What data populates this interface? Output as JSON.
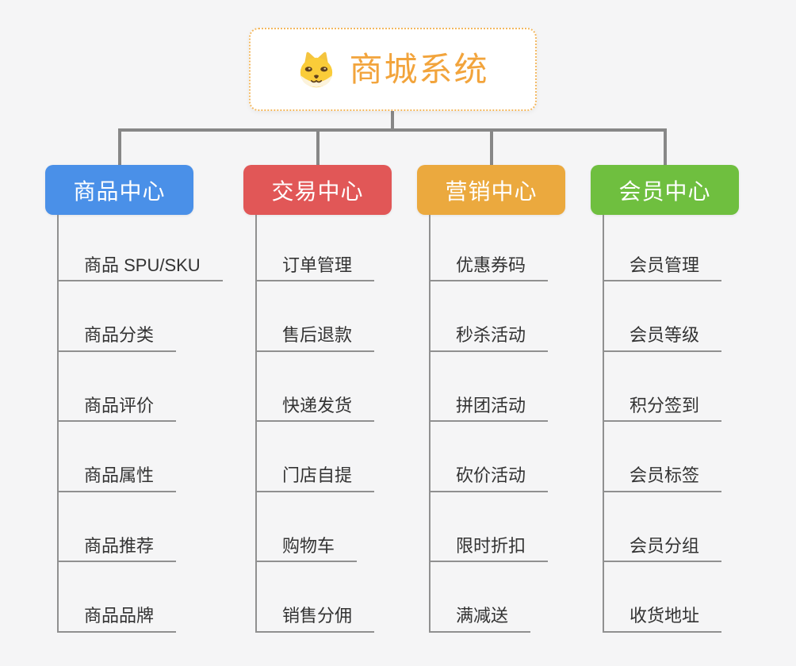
{
  "root": {
    "title": "商城系统",
    "icon": "shiba-dog-icon",
    "title_color": "#f2a43c",
    "border_color": "#f3b860"
  },
  "connector_color": "#878787",
  "leaf_line_color": "#909090",
  "leaf_text_color": "#333333",
  "background_color": "#f5f5f6",
  "branches": [
    {
      "label": "商品中心",
      "color": "#4a90e8",
      "items": [
        "商品 SPU/SKU",
        "商品分类",
        "商品评价",
        "商品属性",
        "商品推荐",
        "商品品牌"
      ]
    },
    {
      "label": "交易中心",
      "color": "#e15757",
      "items": [
        "订单管理",
        "售后退款",
        "快递发货",
        "门店自提",
        "购物车",
        "销售分佣"
      ]
    },
    {
      "label": "营销中心",
      "color": "#eba93e",
      "items": [
        "优惠券码",
        "秒杀活动",
        "拼团活动",
        "砍价活动",
        "限时折扣",
        "满减送"
      ]
    },
    {
      "label": "会员中心",
      "color": "#6fbf3f",
      "items": [
        "会员管理",
        "会员等级",
        "积分签到",
        "会员标签",
        "会员分组",
        "收货地址"
      ]
    }
  ]
}
